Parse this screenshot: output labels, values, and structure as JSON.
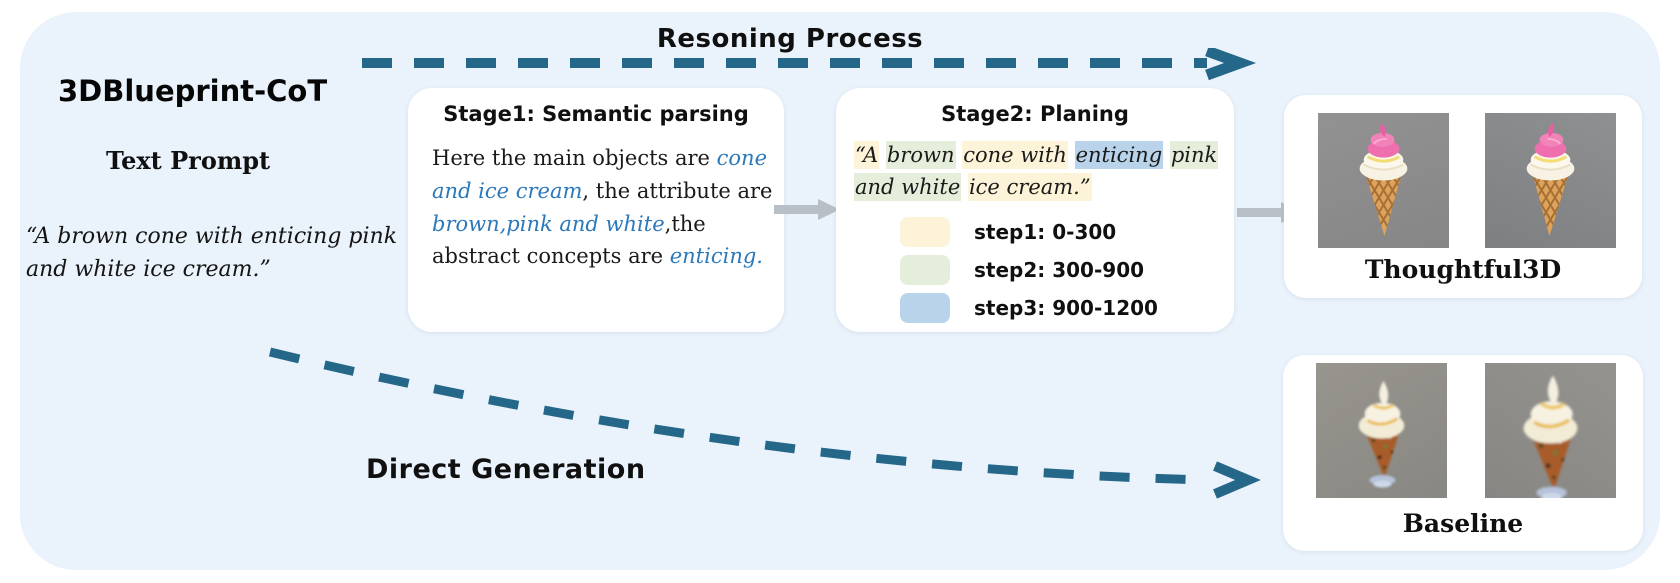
{
  "figure_title": "3DBlueprint-CoT",
  "arrows": {
    "reasoning_label": "Resoning Process",
    "direct_label": "Direct Generation"
  },
  "prompt": {
    "label": "Text Prompt",
    "quote_segments": [
      {
        "text": "“A brown cone with enticing pink",
        "class": ""
      },
      {
        "br": true
      },
      {
        "text": "and white ice cream.”",
        "class": ""
      }
    ]
  },
  "stage1": {
    "title": "Stage1: Semantic parsing",
    "body_segments": [
      {
        "text": "Here the main objects are ",
        "class": ""
      },
      {
        "text": "cone",
        "class": "t-blue"
      },
      {
        "br": true
      },
      {
        "text": "and ice cream",
        "class": "t-blue"
      },
      {
        "text": ", the attribute are",
        "class": ""
      },
      {
        "br": true
      },
      {
        "text": "brown,pink and white",
        "class": "t-blue"
      },
      {
        "text": ",the",
        "class": ""
      },
      {
        "br": true
      },
      {
        "text": "abstract concepts are ",
        "class": ""
      },
      {
        "text": "enticing.",
        "class": "t-blue"
      }
    ]
  },
  "stage2": {
    "title": "Stage2: Planing",
    "annotated_segments": [
      {
        "text": "“A",
        "class": "hl-yellow"
      },
      {
        "text": " ",
        "class": ""
      },
      {
        "text": "brown",
        "class": "hl-green"
      },
      {
        "text": " ",
        "class": ""
      },
      {
        "text": "cone with",
        "class": "hl-yellow"
      },
      {
        "text": " ",
        "class": ""
      },
      {
        "text": "enticing",
        "class": "hl-blue"
      },
      {
        "text": " ",
        "class": ""
      },
      {
        "text": "pink",
        "class": "hl-green"
      },
      {
        "br": true
      },
      {
        "text": "and white",
        "class": "hl-green"
      },
      {
        "text": " ",
        "class": ""
      },
      {
        "text": "ice cream.”",
        "class": "hl-yellow"
      }
    ],
    "legend": [
      {
        "label": "step1: 0-300",
        "color": "#fdf3d8"
      },
      {
        "label": "step2: 300-900",
        "color": "#e4eedb"
      },
      {
        "label": "step3: 900-1200",
        "color": "#b8d3ea"
      }
    ]
  },
  "results": {
    "thoughtful_label": "Thoughtful3D",
    "baseline_label": "Baseline"
  },
  "colors": {
    "panel_bg": "#eaf2fb",
    "arrow_teal": "#256789",
    "text_blue": "#2b78ba",
    "gray_arrow": "#b9bfc6",
    "highlight_yellow": "#fdf3d8",
    "highlight_green": "#e4eedb",
    "highlight_blue": "#b8d3ea"
  }
}
